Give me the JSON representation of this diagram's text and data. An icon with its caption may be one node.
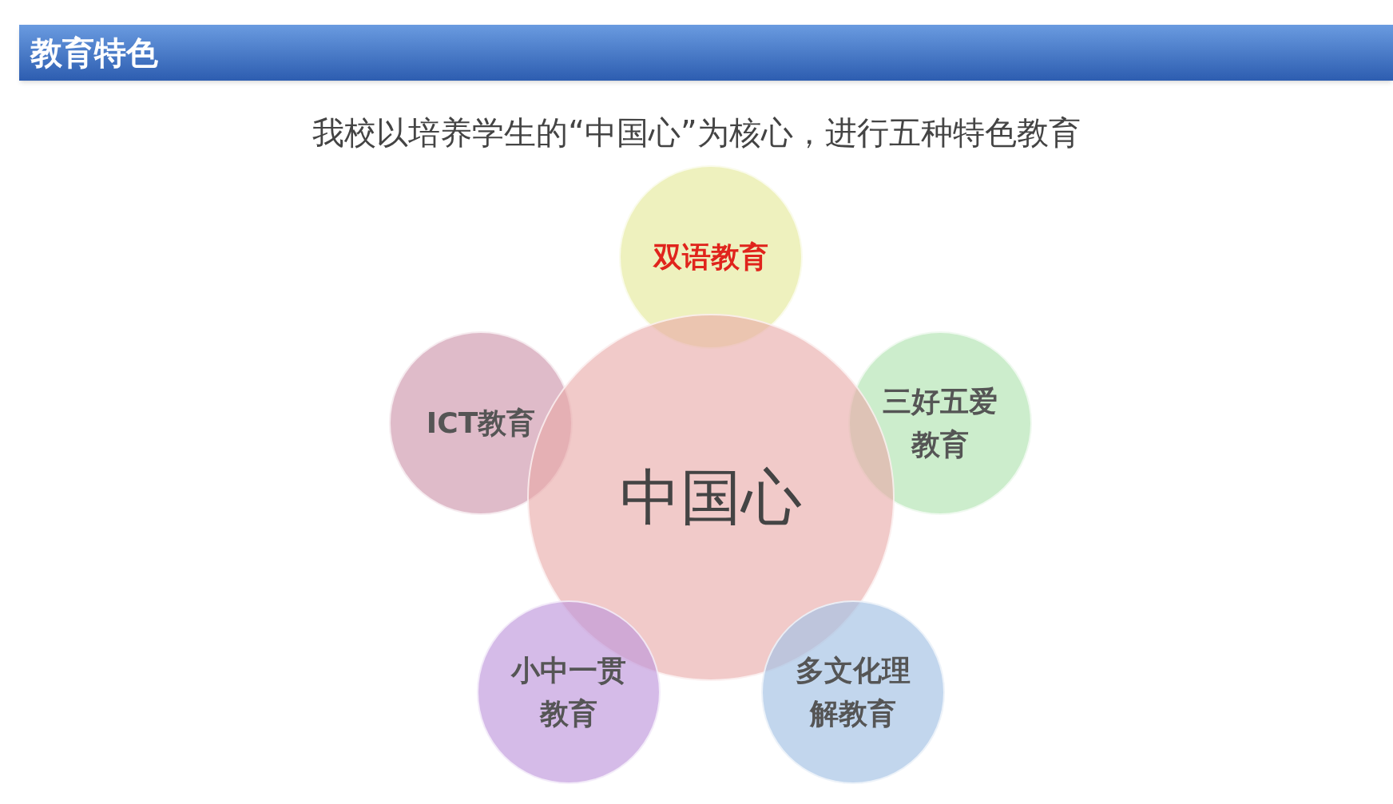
{
  "diagram": {
    "title": "教育特色",
    "nodes": [
      {
        "text": [
          "双语教育"
        ]
      },
      {
        "text": [
          "ICT教育"
        ]
      },
      {
        "text": [
          "三好五爱教育"
        ]
      },
      {
        "text": [
          "中国心"
        ]
      },
      {
        "text": [
          "小中一贯教育"
        ]
      },
      {
        "text": [
          "多文化理解教育"
        ]
      }
    ],
    "labels": [
      "我校以培养学生的“中国心”为核心，进行五种特色教育"
    ]
  }
}
